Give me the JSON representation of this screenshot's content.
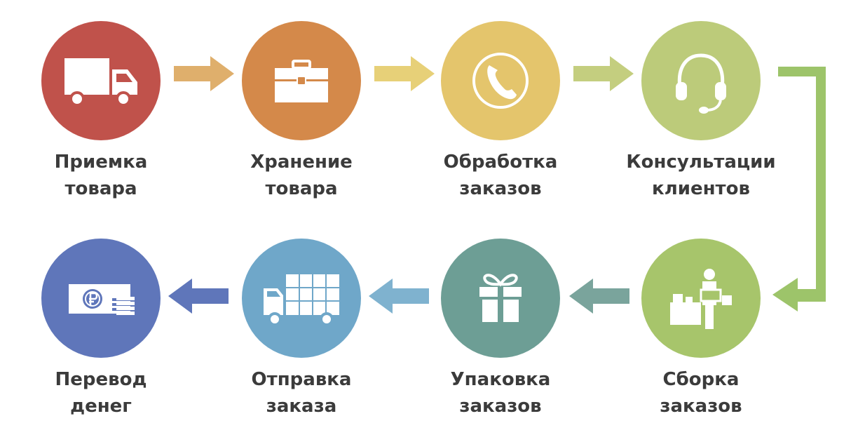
{
  "colors": {
    "priemka": "#c0524b",
    "hranenie": "#d4894a",
    "obrabotka": "#e4c56c",
    "konsultacii": "#bccb7a",
    "sborka": "#a7c56b",
    "upakovka": "#6d9e95",
    "otpravka": "#6fa7c9",
    "perevod": "#5f76ba",
    "arrow_1": "#dfaf6c",
    "arrow_2": "#e7d078",
    "arrow_3": "#c4ce7f",
    "connector": "#9dc46a",
    "arrow_5": "#7aa49c",
    "arrow_6": "#7fb2cf",
    "arrow_7": "#5f76ba",
    "label_text": "#3b3b3b"
  },
  "steps": [
    {
      "key": "priemka",
      "icon": "truck-icon",
      "line1": "Приемка",
      "line2": "товара"
    },
    {
      "key": "hranenie",
      "icon": "toolbox-icon",
      "line1": "Хранение",
      "line2": "товара"
    },
    {
      "key": "obrabotka",
      "icon": "phone-icon",
      "line1": "Обработка",
      "line2": "заказов"
    },
    {
      "key": "konsultacii",
      "icon": "headset-icon",
      "line1": "Консультации",
      "line2": "клиентов"
    },
    {
      "key": "sborka",
      "icon": "packer-icon",
      "line1": "Сборка",
      "line2": "заказов"
    },
    {
      "key": "upakovka",
      "icon": "gift-icon",
      "line1": "Упаковка",
      "line2": "заказов"
    },
    {
      "key": "otpravka",
      "icon": "loaded-truck-icon",
      "line1": "Отправка",
      "line2": "заказа"
    },
    {
      "key": "perevod",
      "icon": "money-icon",
      "line1": "Перевод",
      "line2": "денег"
    }
  ]
}
